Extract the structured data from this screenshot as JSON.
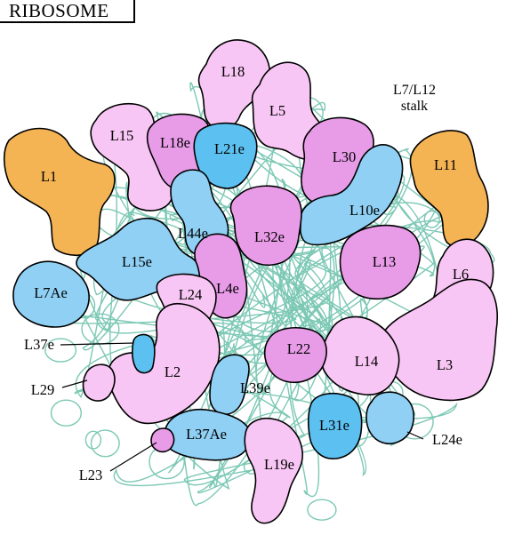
{
  "title": "RIBOSOME",
  "stalk_label": [
    "L7/L12",
    "stalk"
  ],
  "colors": {
    "pink": "#f8c6f4",
    "magenta": "#e89ce8",
    "blue": "#5cc0f0",
    "lightblue": "#8fd0f4",
    "orange": "#f5b454",
    "rna": "#7cc8b4"
  },
  "proteins": [
    {
      "id": "L1",
      "label": "L1",
      "color": "orange"
    },
    {
      "id": "L11",
      "label": "L11",
      "color": "orange"
    },
    {
      "id": "L15",
      "label": "L15",
      "color": "pink"
    },
    {
      "id": "L18",
      "label": "L18",
      "color": "pink"
    },
    {
      "id": "L5",
      "label": "L5",
      "color": "pink"
    },
    {
      "id": "L18e",
      "label": "L18e",
      "color": "magenta"
    },
    {
      "id": "L21e",
      "label": "L21e",
      "color": "blue"
    },
    {
      "id": "L30",
      "label": "L30",
      "color": "magenta"
    },
    {
      "id": "L10e",
      "label": "L10e",
      "color": "lightblue"
    },
    {
      "id": "L44e",
      "label": "L44e",
      "color": "lightblue"
    },
    {
      "id": "L32e",
      "label": "L32e",
      "color": "magenta"
    },
    {
      "id": "L15e",
      "label": "L15e",
      "color": "lightblue"
    },
    {
      "id": "L7Ae",
      "label": "L7Ae",
      "color": "lightblue"
    },
    {
      "id": "L13",
      "label": "L13",
      "color": "magenta"
    },
    {
      "id": "L6",
      "label": "L6",
      "color": "pink"
    },
    {
      "id": "L4e",
      "label": "L4e",
      "color": "magenta"
    },
    {
      "id": "L24",
      "label": "L24",
      "color": "pink"
    },
    {
      "id": "L3",
      "label": "L3",
      "color": "pink"
    },
    {
      "id": "L14",
      "label": "L14",
      "color": "pink"
    },
    {
      "id": "L22",
      "label": "L22",
      "color": "magenta"
    },
    {
      "id": "L2",
      "label": "L2",
      "color": "pink"
    },
    {
      "id": "L39e",
      "label": "L39e",
      "color": "lightblue"
    },
    {
      "id": "L37Ae",
      "label": "L37Ae",
      "color": "lightblue"
    },
    {
      "id": "L31e",
      "label": "L31e",
      "color": "blue"
    },
    {
      "id": "L19e",
      "label": "L19e",
      "color": "pink"
    },
    {
      "id": "L24e",
      "label": "L24e",
      "color": "lightblue"
    },
    {
      "id": "L37e",
      "label": "L37e",
      "color": "blue"
    },
    {
      "id": "L29",
      "label": "L29",
      "color": "pink"
    },
    {
      "id": "L23",
      "label": "L23",
      "color": "magenta"
    }
  ]
}
